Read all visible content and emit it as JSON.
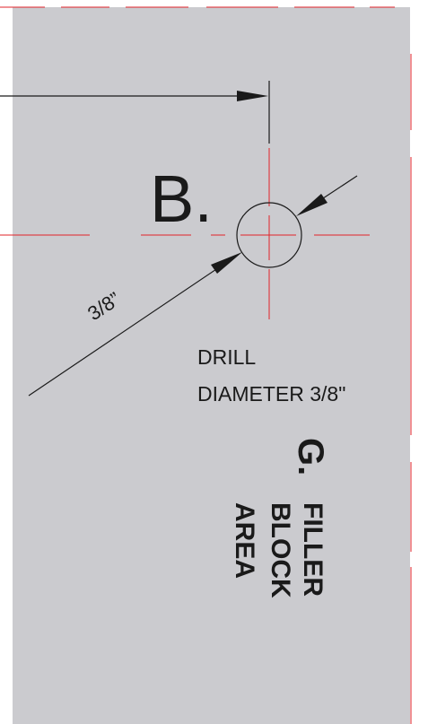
{
  "point_label": "B.",
  "hole_note": {
    "line1": "DRILL",
    "line2": "DIAMETER 3/8\""
  },
  "dimension_text": "3/8”",
  "area_label": {
    "letter": "G.",
    "line1": "FILLER",
    "line2": "BLOCK",
    "line3": "AREA"
  },
  "colors": {
    "panel": "#cbcbcf",
    "background": "#ffffff",
    "centerline": "#e2232a",
    "linework": "#1a1a1a"
  }
}
